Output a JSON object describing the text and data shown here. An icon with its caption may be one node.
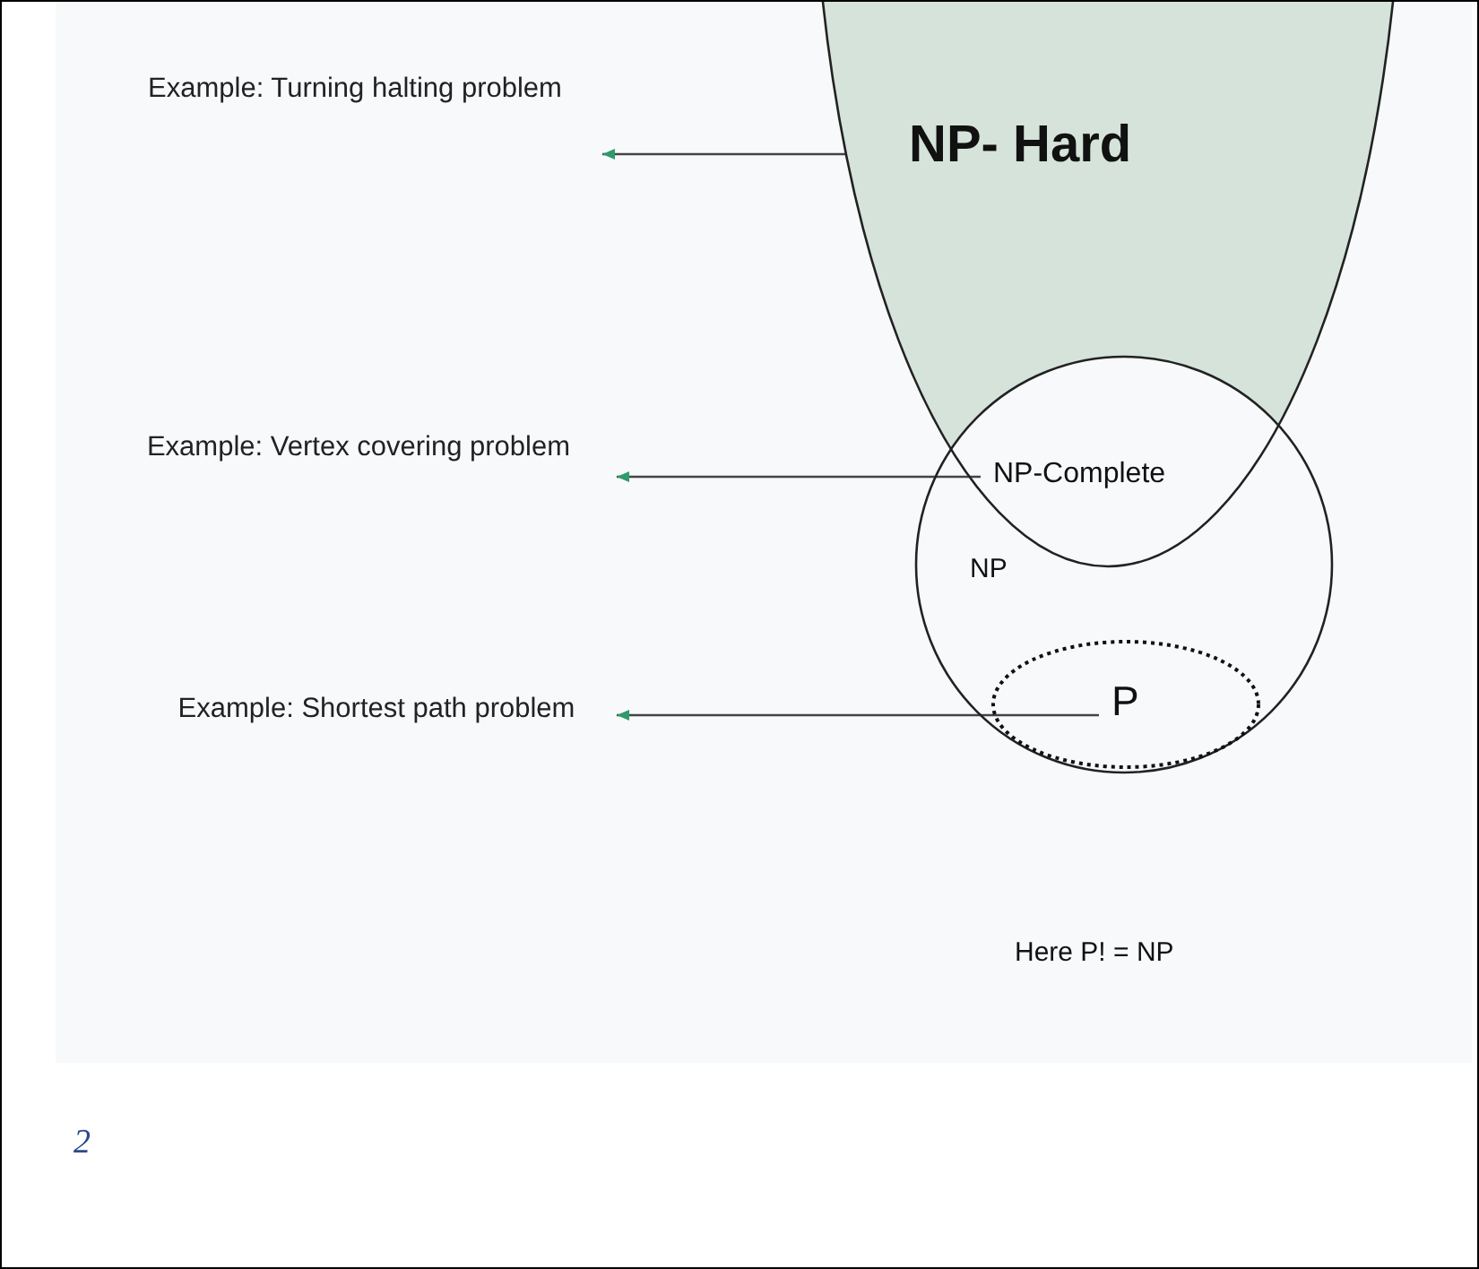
{
  "diagram": {
    "nodes": [
      {
        "text": [
          "Example: Turning halting problem"
        ]
      },
      {
        "text": [
          "NP- Hard"
        ]
      },
      {
        "text": [
          "Example: Vertex covering problem"
        ]
      },
      {
        "text": [
          "NP-Complete"
        ]
      },
      {
        "text": [
          "NP"
        ]
      },
      {
        "text": [
          "Example: Shortest path problem"
        ]
      },
      {
        "text": [
          "P"
        ],
        "in": 4
      }
    ],
    "edges": [
      {
        "from": 1,
        "to": 0,
        "arrow": "to"
      },
      {
        "from": 3,
        "to": 2,
        "arrow": "to"
      },
      {
        "from": 6,
        "to": 5,
        "arrow": "to"
      }
    ],
    "labels": [
      "Here P! = NP",
      "2"
    ]
  }
}
